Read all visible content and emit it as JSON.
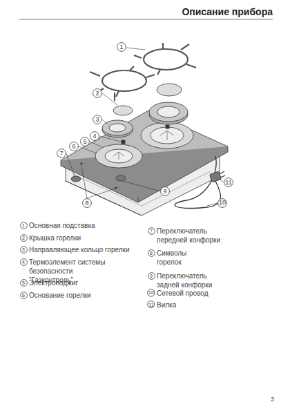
{
  "diagram": {
    "title": "Описание прибора",
    "nodes": [
      {
        "text": [
          "1"
        ]
      },
      {
        "text": [
          "2"
        ]
      },
      {
        "text": [
          "3"
        ]
      },
      {
        "text": [
          "4"
        ]
      },
      {
        "text": [
          "5"
        ]
      },
      {
        "text": [
          "6"
        ]
      },
      {
        "text": [
          "7"
        ]
      },
      {
        "text": [
          "8"
        ]
      },
      {
        "text": [
          "9"
        ]
      },
      {
        "text": [
          "10"
        ]
      },
      {
        "text": [
          "11"
        ]
      },
      {
        "text": [
          "1"
        ]
      },
      {
        "text": [
          "2"
        ]
      },
      {
        "text": [
          "3"
        ]
      },
      {
        "text": [
          "4"
        ]
      },
      {
        "text": [
          "5"
        ]
      },
      {
        "text": [
          "6"
        ]
      },
      {
        "text": [
          "7"
        ]
      },
      {
        "text": [
          "8"
        ]
      },
      {
        "text": [
          "9"
        ]
      },
      {
        "text": [
          "10"
        ]
      },
      {
        "text": [
          "11"
        ]
      }
    ],
    "labels": [
      "Основная подставка",
      "Крышка горелки",
      "Направляющее кольцо горелки",
      "Термоэлемент системы безопасности \"Газконтроль\"",
      "Электроподжиг",
      "Основание горелки",
      "Переключатель передней конфорки",
      "Символы горелок",
      "Переключатель задней конфорки",
      "Сетевой провод",
      "Вилка",
      "3"
    ]
  }
}
